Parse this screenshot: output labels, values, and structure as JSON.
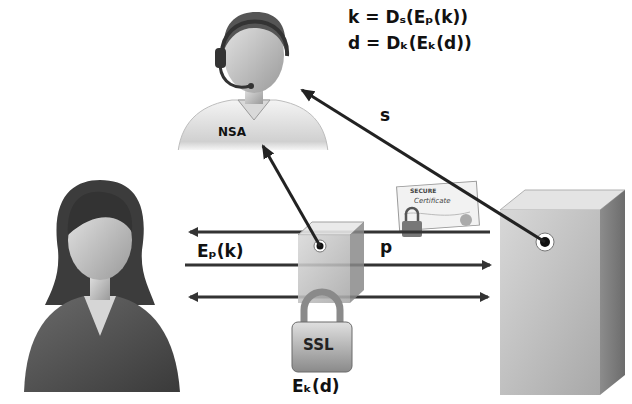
{
  "diagram": {
    "labels": [
      "k = Dₛ(Eₚ(k))",
      "d = Dₖ(Eₖ(d))",
      "NSA",
      "s",
      "SECURE",
      "Certificate",
      "p",
      "Eₚ(k)",
      "SSL",
      "Eₖ(d)"
    ]
  }
}
